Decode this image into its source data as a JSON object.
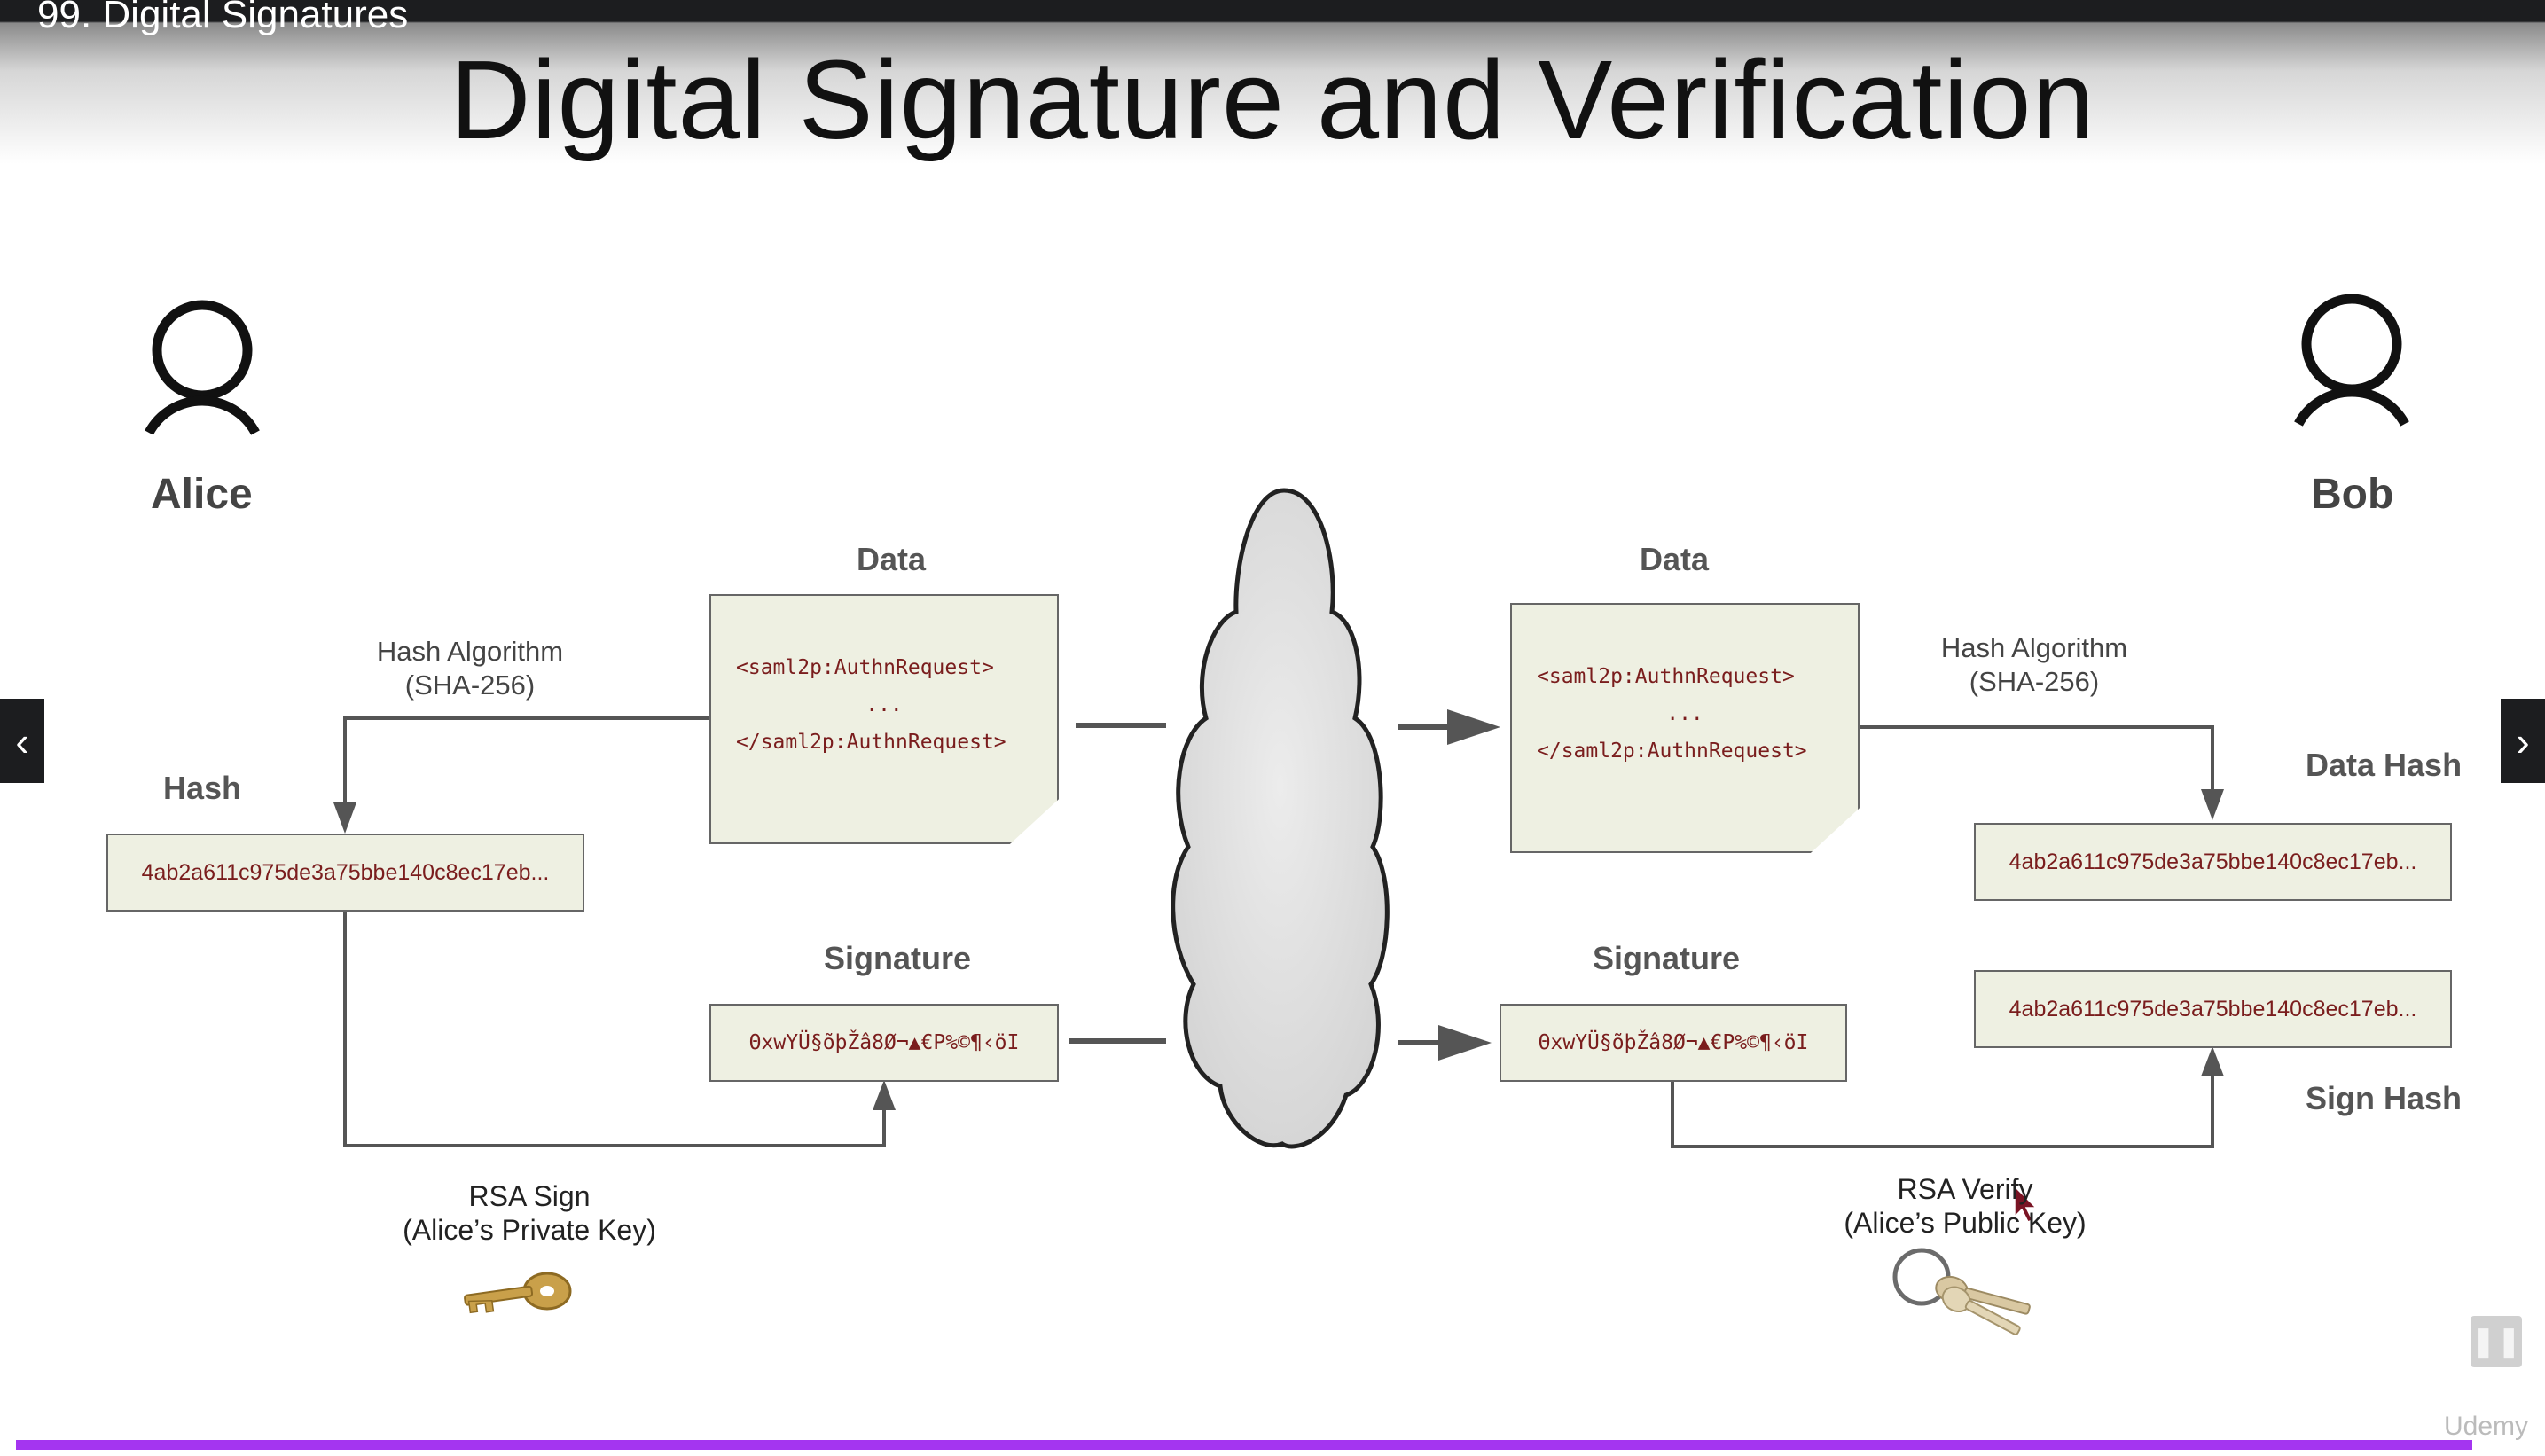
{
  "header": {
    "lesson_title": "99. Digital Signatures"
  },
  "slide": {
    "title": "Digital Signature and Verification",
    "alice": {
      "name": "Alice",
      "hash_algorithm": [
        "Hash Algorithm",
        "(SHA-256)"
      ],
      "data_label": "Data",
      "data_lines": [
        "<saml2p:AuthnRequest>",
        "...",
        "</saml2p:AuthnRequest>"
      ],
      "hash_label": "Hash",
      "hash_value": "4ab2a611c975de3a75bbe140c8ec17eb...",
      "signature_label": "Signature",
      "signature_value": "ΘxwYÜ§õþŽâ8Ø¬▲€P%©¶‹öI",
      "rsa": [
        "RSA Sign",
        "(Alice’s Private Key)"
      ]
    },
    "bob": {
      "name": "Bob",
      "hash_algorithm": [
        "Hash Algorithm",
        "(SHA-256)"
      ],
      "data_label": "Data",
      "data_lines": [
        "<saml2p:AuthnRequest>",
        "...",
        "</saml2p:AuthnRequest>"
      ],
      "data_hash_label": "Data Hash",
      "data_hash_value": "4ab2a611c975de3a75bbe140c8ec17eb...",
      "sign_hash_label": "Sign Hash",
      "sign_hash_value": "4ab2a611c975de3a75bbe140c8ec17eb...",
      "signature_label": "Signature",
      "signature_value": "ΘxwYÜ§õþŽâ8Ø¬▲€P%©¶‹öI",
      "rsa": [
        "RSA Verify",
        "(Alice’s Public Key)"
      ]
    },
    "icons": {
      "person": "person-icon",
      "cloud": "cloud-icon",
      "private_key": "gold-key-icon",
      "public_key": "key-ring-icon"
    }
  },
  "player": {
    "prev": "‹",
    "next": "›",
    "pause": "❚❚",
    "watermark": "Udemy",
    "accent": "#a435f0"
  }
}
